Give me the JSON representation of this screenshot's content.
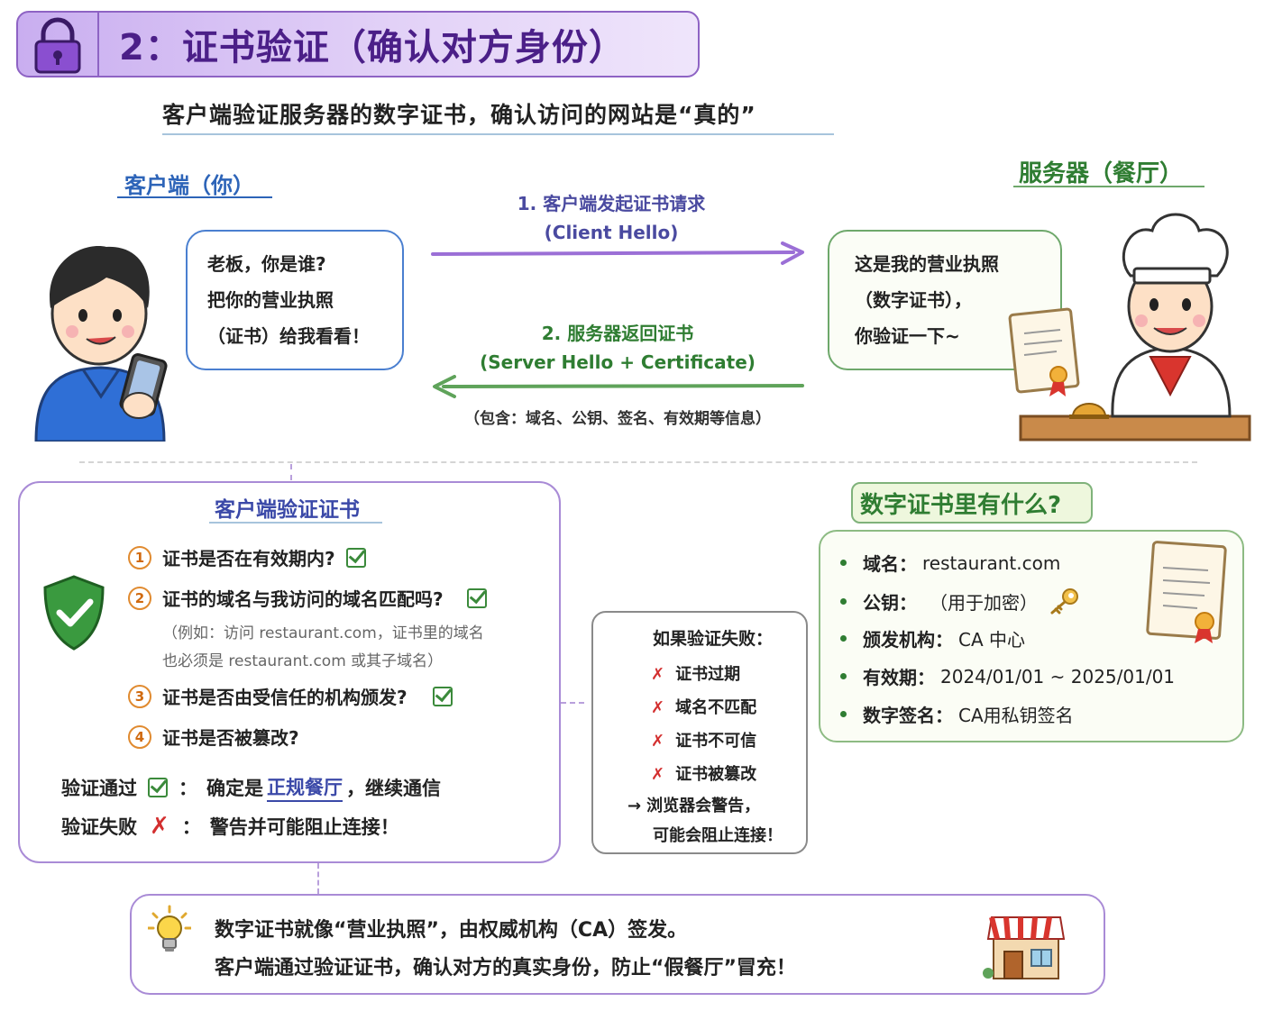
{
  "header": {
    "title": "2：证书验证（确认对方身份）",
    "subtitle": "客户端验证服务器的数字证书，确认访问的网站是“真的”",
    "icon": "lock-icon"
  },
  "client": {
    "label": "客户端（你）",
    "bubble_lines": [
      "老板，你是谁?",
      "把你的营业执照",
      "（证书）给我看看！"
    ]
  },
  "server": {
    "label": "服务器（餐厅）",
    "bubble_lines": [
      "这是我的营业执照",
      "（数字证书），",
      "你验证一下~"
    ]
  },
  "arrows": {
    "request_line1": "1. 客户端发起证书请求",
    "request_line2": "(Client Hello)",
    "response_line1": "2. 服务器返回证书",
    "response_line2": "(Server Hello + Certificate)",
    "response_note": "（包含：域名、公钥、签名、有效期等信息）"
  },
  "verify": {
    "title": "客户端验证证书",
    "checks": [
      {
        "num": "1",
        "text": "证书是否在有效期内?"
      },
      {
        "num": "2",
        "text": "证书的域名与我访问的域名匹配吗?"
      },
      {
        "num": "3",
        "text": "证书是否由受信任的机构颁发?"
      },
      {
        "num": "4",
        "text": "证书是否被篡改?"
      }
    ],
    "note_line1": "（例如：访问 restaurant.com，证书里的域名",
    "note_line2": "也必须是 restaurant.com 或其子域名）",
    "pass_label": "验证通过",
    "pass_text_a": "确定是",
    "pass_highlight": "正规餐厅",
    "pass_text_b": "，继续通信",
    "fail_label": "验证失败",
    "fail_text": "警告并可能阻止连接！",
    "colon": "："
  },
  "fail_box": {
    "title": "如果验证失败：",
    "items": [
      "证书过期",
      "域名不匹配",
      "证书不可信",
      "证书被篡改"
    ],
    "result_line1": "浏览器会警告，",
    "result_line2": "可能会阻止连接！"
  },
  "certificate": {
    "title": "数字证书里有什么?",
    "items": [
      {
        "key": "域名：",
        "value": "restaurant.com"
      },
      {
        "key": "公钥：",
        "value": "（用于加密）"
      },
      {
        "key": "颁发机构：",
        "value": "CA 中心"
      },
      {
        "key": "有效期：",
        "value": "2024/01/01 ~ 2025/01/01"
      },
      {
        "key": "数字签名：",
        "value": "CA用私钥签名"
      }
    ]
  },
  "summary": {
    "line1": "数字证书就像“营业执照”，由权威机构（CA）签发。",
    "line2": "客户端通过验证证书，确认对方的真实身份，防止“假餐厅”冒充！"
  },
  "colors": {
    "purple": "#8e63c4",
    "blue": "#2d64b8",
    "green": "#2f7d32",
    "red": "#d32f2f"
  }
}
